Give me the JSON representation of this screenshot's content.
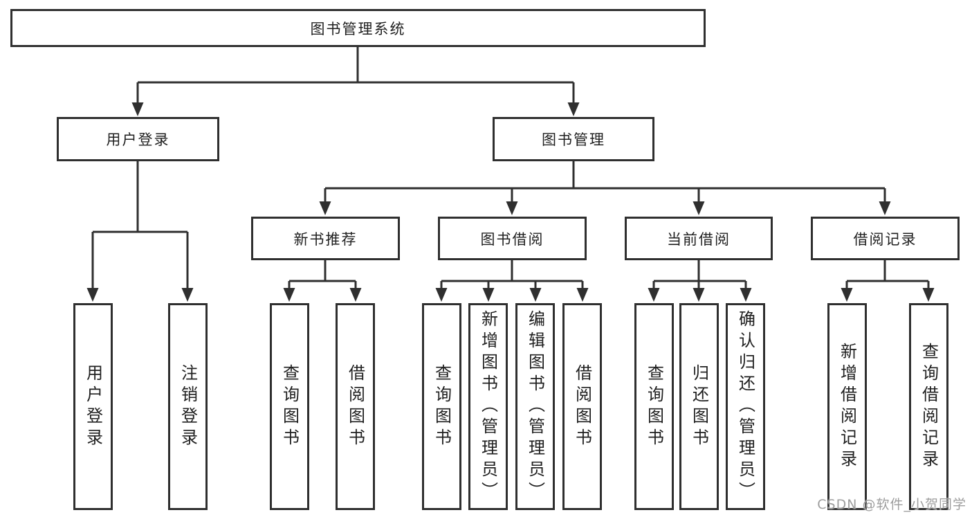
{
  "root": {
    "label": "图书管理系统"
  },
  "tree": {
    "user_login": {
      "label": "用户登录",
      "children": [
        {
          "label": "用户登录"
        },
        {
          "label": "注销登录"
        }
      ]
    },
    "book_management": {
      "label": "图书管理",
      "children": [
        {
          "label": "新书推荐",
          "children": [
            {
              "label": "查询图书"
            },
            {
              "label": "借阅图书"
            }
          ]
        },
        {
          "label": "图书借阅",
          "children": [
            {
              "label": "查询图书"
            },
            {
              "label": "新增图书（管理员）"
            },
            {
              "label": "编辑图书（管理员）"
            },
            {
              "label": "借阅图书"
            }
          ]
        },
        {
          "label": "当前借阅",
          "children": [
            {
              "label": "查询图书"
            },
            {
              "label": "归还图书"
            },
            {
              "label": "确认归还（管理员）"
            }
          ]
        },
        {
          "label": "借阅记录",
          "children": [
            {
              "label": "新增借阅记录"
            },
            {
              "label": "查询借阅记录"
            }
          ]
        }
      ]
    }
  },
  "watermark": {
    "label": "CSDN @软件_小贺同学"
  },
  "colors": {
    "line": "#2f2f2f",
    "text": "#1f1f1f",
    "watermark": "#9e9e9e",
    "background": "#ffffff"
  }
}
